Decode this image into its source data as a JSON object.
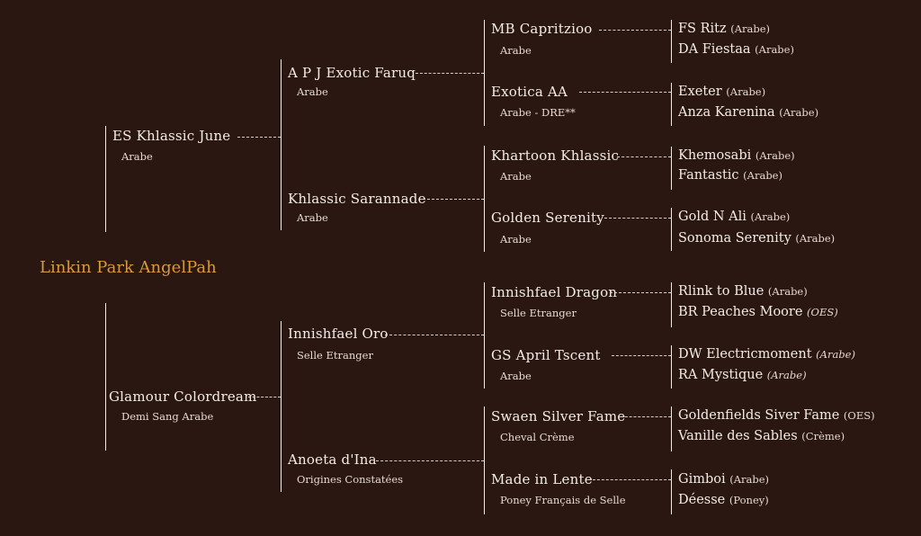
{
  "root": {
    "name": "Linkin Park AngelPah"
  },
  "sire": {
    "name": "ES Khlassic June",
    "breed": "Arabe"
  },
  "dam": {
    "name": "Glamour Colordream",
    "breed": "Demi Sang Arabe"
  },
  "ss": {
    "name": "A P J Exotic Faruq",
    "breed": "Arabe"
  },
  "sd": {
    "name": "Khlassic Sarannade",
    "breed": "Arabe"
  },
  "ds": {
    "name": "Innishfael Oro",
    "breed": "Selle Etranger"
  },
  "dd": {
    "name": "Anoeta d'Ina",
    "breed": "Origines Constatées"
  },
  "sss": {
    "name": "MB Capritzioo",
    "breed": "Arabe"
  },
  "ssd": {
    "name": "Exotica AA",
    "breed": "Arabe - DRE**"
  },
  "sds": {
    "name": "Khartoon Khlassic",
    "breed": "Arabe"
  },
  "sdd": {
    "name": "Golden Serenity",
    "breed": "Arabe"
  },
  "dss": {
    "name": "Innishfael Dragon",
    "breed": "Selle Etranger"
  },
  "dsd": {
    "name": "GS April Tscent",
    "breed": "Arabe"
  },
  "dds": {
    "name": "Swaen Silver Fame",
    "breed": "Cheval Crème"
  },
  "ddd": {
    "name": "Made in Lente",
    "breed": "Poney Français de Selle"
  },
  "g4": [
    {
      "name": "FS Ritz",
      "breed": "(Arabe)"
    },
    {
      "name": "DA Fiestaa",
      "breed": "(Arabe)"
    },
    {
      "name": "Exeter",
      "breed": "(Arabe)"
    },
    {
      "name": "Anza Karenina",
      "breed": "(Arabe)"
    },
    {
      "name": "Khemosabi",
      "breed": "(Arabe)"
    },
    {
      "name": "Fantastic",
      "breed": "(Arabe)"
    },
    {
      "name": "Gold N Ali",
      "breed": "(Arabe)"
    },
    {
      "name": "Sonoma Serenity",
      "breed": "(Arabe)"
    },
    {
      "name": "Rlink to Blue",
      "breed": "(Arabe)"
    },
    {
      "name": "BR Peaches Moore",
      "breed": "(OES)"
    },
    {
      "name": "DW Electricmoment",
      "breed": "(Arabe)"
    },
    {
      "name": "RA Mystique",
      "breed": "(Arabe)"
    },
    {
      "name": "Goldenfields Siver Fame",
      "breed": "(OES)"
    },
    {
      "name": "Vanille des Sables",
      "breed": "(Crème)"
    },
    {
      "name": "Gimboi",
      "breed": "(Arabe)"
    },
    {
      "name": "Déesse",
      "breed": "(Poney)"
    }
  ]
}
